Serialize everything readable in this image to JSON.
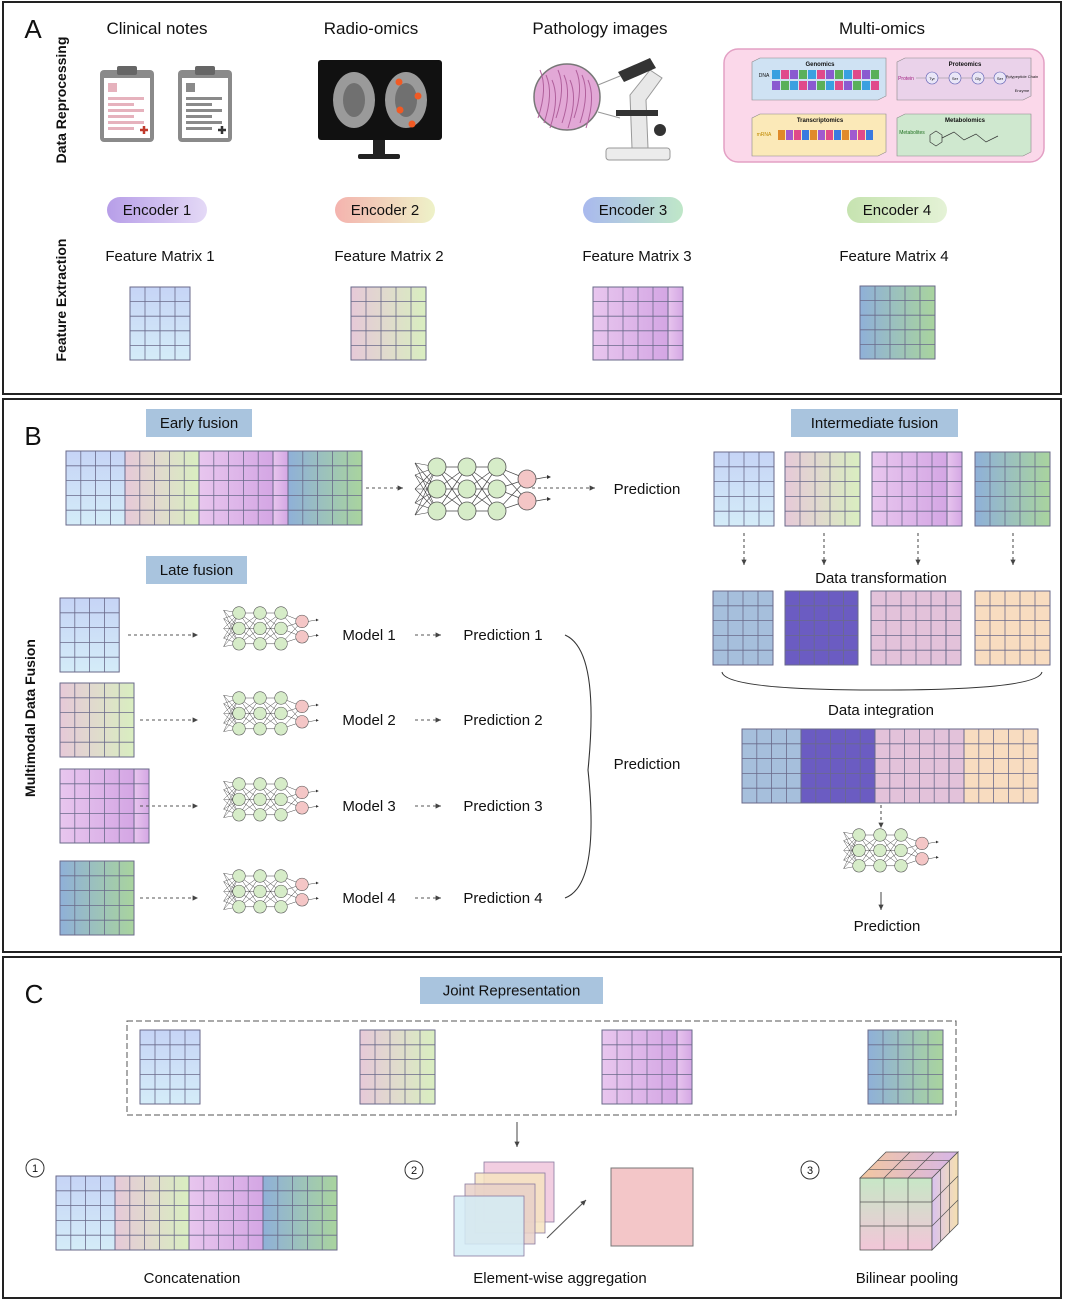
{
  "panel_a": {
    "letter": "A",
    "side_label_top": "Data Reprocessing",
    "side_label_bottom": "Feature Extraction",
    "modalities": [
      "Clinical notes",
      "Radio-omics",
      "Pathology images",
      "Multi-omics"
    ],
    "encoders": [
      "Encoder 1",
      "Encoder 2",
      "Encoder 3",
      "Encoder 4"
    ],
    "feature_matrices": [
      "Feature Matrix 1",
      "Feature Matrix 2",
      "Feature Matrix 3",
      "Feature Matrix 4"
    ],
    "omics_cards": [
      "Genomics",
      "Proteomics",
      "Transcriptomics",
      "Metabolomics"
    ],
    "omics_sublabels": {
      "genomics": "DNA",
      "proteomics": "Protein",
      "transcriptomics": "mRNA",
      "metabolomics": "Metabolites"
    },
    "protein_residues": [
      "Tyr",
      "Ser",
      "Gly",
      "Ser"
    ],
    "protein_side_labels": [
      "Polypeptide Chain",
      "Enzyme"
    ]
  },
  "panel_b": {
    "letter": "B",
    "side_label": "Multimodal Data Fusion",
    "early_fusion": {
      "title": "Early fusion",
      "output": "Prediction"
    },
    "late_fusion": {
      "title": "Late fusion",
      "models": [
        "Model 1",
        "Model 2",
        "Model 3",
        "Model 4"
      ],
      "predictions": [
        "Prediction 1",
        "Prediction 2",
        "Prediction 3",
        "Prediction 4"
      ],
      "output": "Prediction"
    },
    "intermediate_fusion": {
      "title": "Intermediate fusion",
      "transform_label": "Data transformation",
      "integration_label": "Data integration",
      "output": "Prediction"
    }
  },
  "panel_c": {
    "letter": "C",
    "title": "Joint Representation",
    "methods": [
      {
        "number": "1",
        "label": "Concatenation"
      },
      {
        "number": "2",
        "label": "Element-wise aggregation"
      },
      {
        "number": "3",
        "label": "Bilinear pooling"
      }
    ]
  },
  "colors": {
    "matrix1": "#cde0f8",
    "matrix2": "#dde8c8",
    "matrix3": "#e2c0ec",
    "matrix4": "#97b5d6",
    "t_blue": "#a6bfdc",
    "t_indigo": "#6b5cc2",
    "t_pink": "#e3c2da",
    "t_peach": "#f8dcc0",
    "node_green": "#d6ecc8",
    "node_pink": "#f4c6c6",
    "label_bg": "#a9c4de",
    "omics_panel": "#fbd8ea"
  }
}
